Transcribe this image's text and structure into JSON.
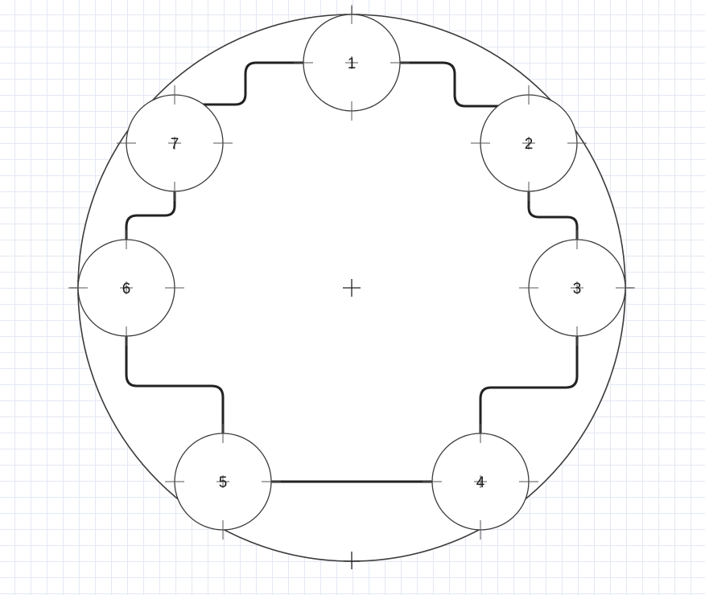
{
  "diagram": {
    "nodes": [
      {
        "id": "1",
        "label": "1"
      },
      {
        "id": "2",
        "label": "2"
      },
      {
        "id": "3",
        "label": "3"
      },
      {
        "id": "4",
        "label": "4"
      },
      {
        "id": "5",
        "label": "5"
      },
      {
        "id": "6",
        "label": "6"
      },
      {
        "id": "7",
        "label": "7"
      }
    ],
    "connections": [
      {
        "from": "7",
        "to": "1"
      },
      {
        "from": "1",
        "to": "2"
      },
      {
        "from": "2",
        "to": "3"
      },
      {
        "from": "3",
        "to": "4"
      },
      {
        "from": "4",
        "to": "5"
      },
      {
        "from": "5",
        "to": "6"
      },
      {
        "from": "6",
        "to": "7"
      }
    ],
    "colors": {
      "stroke": "#3a3a3a",
      "wire": "#222222",
      "grid": "#e3e8f3"
    }
  }
}
